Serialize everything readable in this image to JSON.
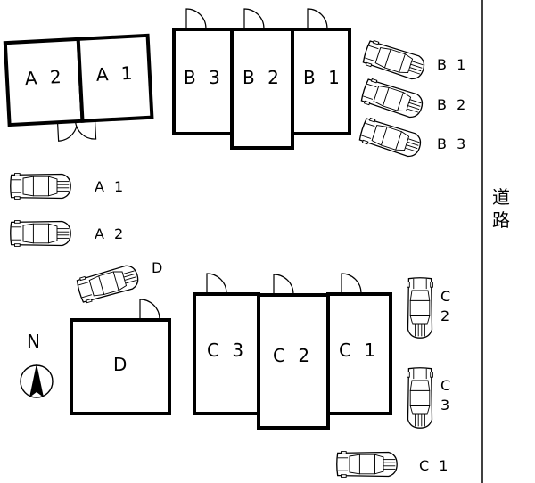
{
  "units": {
    "a2": "A 2",
    "a1": "A 1",
    "b3": "B 3",
    "b2": "B 2",
    "b1": "B 1",
    "c3": "C 3",
    "c2": "C 2",
    "c1": "C 1",
    "d": "D"
  },
  "parking": {
    "b1": "B 1",
    "b2": "B 2",
    "b3": "B 3",
    "a1": "A 1",
    "a2": "A 2",
    "d": "D",
    "c2_line1": "C",
    "c2_line2": "2",
    "c3_line1": "C",
    "c3_line2": "3",
    "c1": "C 1"
  },
  "road": {
    "char1": "道",
    "char2": "路"
  },
  "compass": {
    "north": "N"
  }
}
